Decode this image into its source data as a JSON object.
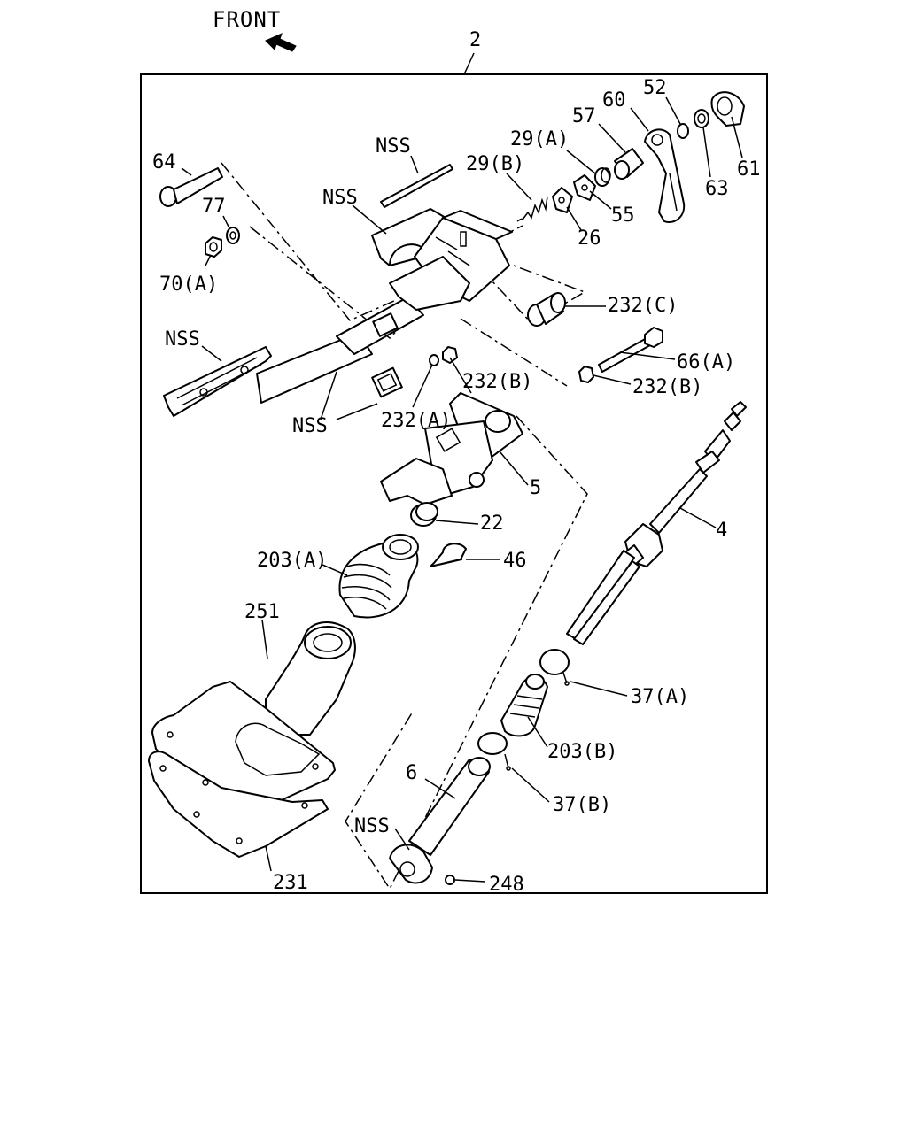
{
  "header": {
    "front_label": "FRONT",
    "assembly_number": "2"
  },
  "callouts": {
    "c64": "64",
    "c77": "77",
    "c70a": "70(A)",
    "c_nss_left": "NSS",
    "c_nss_bracket": "NSS",
    "c_nss_rod": "NSS",
    "c_nss_pads": "NSS",
    "c29a": "29(A)",
    "c29b": "29(B)",
    "c57": "57",
    "c60": "60",
    "c52": "52",
    "c61": "61",
    "c63": "63",
    "c55": "55",
    "c26": "26",
    "c232c": "232(C)",
    "c66a": "66(A)",
    "c232b_right": "232(B)",
    "c232b_top": "232(B)",
    "c232a": "232(A)",
    "c5": "5",
    "c22": "22",
    "c46": "46",
    "c203a": "203(A)",
    "c4": "4",
    "c251": "251",
    "c37a": "37(A)",
    "c203b": "203(B)",
    "c6": "6",
    "c37b": "37(B)",
    "c_nss_bottom": "NSS",
    "c248": "248",
    "c231": "231"
  }
}
